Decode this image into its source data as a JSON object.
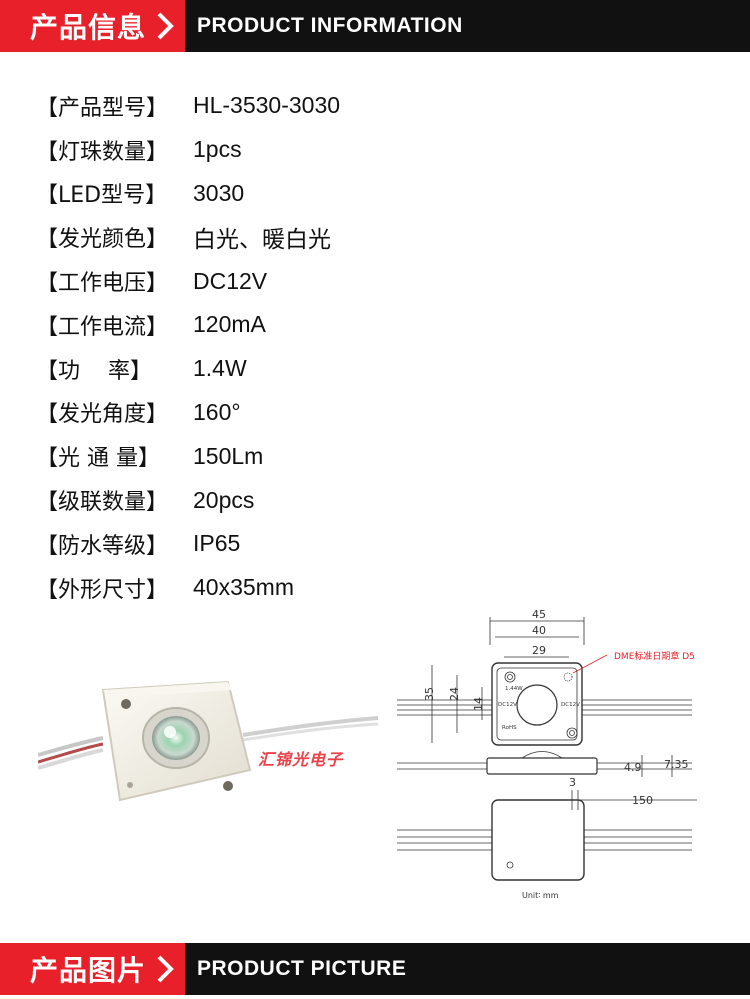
{
  "header": {
    "cn_title": "产品信息",
    "en_title": "PRODUCT INFORMATION"
  },
  "specs": [
    {
      "label": "【产品型号】",
      "value": "HL-3530-3030"
    },
    {
      "label": "【灯珠数量】",
      "value": "1pcs"
    },
    {
      "label": "【LED型号】",
      "value": "3030"
    },
    {
      "label": "【发光颜色】",
      "value": "白光、暖白光"
    },
    {
      "label": "【工作电压】",
      "value": "DC12V"
    },
    {
      "label": "【工作电流】",
      "value": "120mA"
    },
    {
      "label": "【功    率】",
      "value": "1.4W"
    },
    {
      "label": "【发光角度】",
      "value": "160°"
    },
    {
      "label": "【光 通 量】",
      "value": "150Lm"
    },
    {
      "label": "【级联数量】",
      "value": "20pcs"
    },
    {
      "label": "【防水等级】",
      "value": "IP65"
    },
    {
      "label": "【外形尺寸】",
      "value": "40x35mm"
    }
  ],
  "watermark": "汇锦光电子",
  "drawing": {
    "dim_45": "45",
    "dim_40": "40",
    "dim_29": "29",
    "dim_35": "35",
    "dim_24": "24",
    "dim_14": "14",
    "dim_4_9": "4.9",
    "dim_7_35": "7.35",
    "dim_3": "3",
    "dim_150": "150",
    "callout": "DME标准日期章 D5",
    "module_marks": [
      "1.44W",
      "DC12V",
      "DC12V",
      "RoHS"
    ],
    "unit": "Unit∶ mm"
  },
  "footer": {
    "cn_title": "产品图片",
    "en_title": "PRODUCT PICTURE"
  },
  "colors": {
    "accent": "#e8202a",
    "banner_dark": "#111111"
  }
}
